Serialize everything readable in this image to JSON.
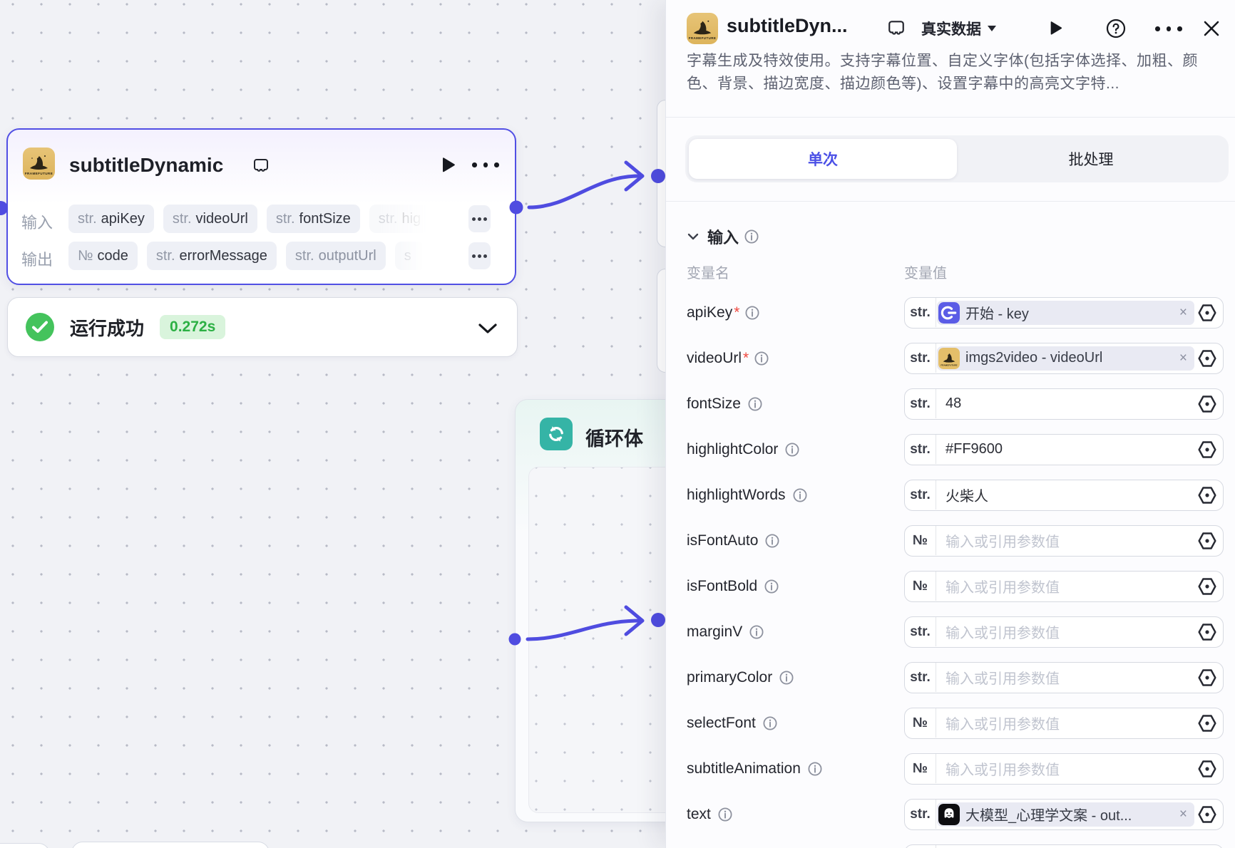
{
  "accent_color": "#4f4ce0",
  "canvas": {
    "node": {
      "title": "subtitleDynamic",
      "inputs_label": "输入",
      "outputs_label": "输出",
      "input_tags": [
        {
          "type": "str.",
          "name": "apiKey"
        },
        {
          "type": "str.",
          "name": "videoUrl"
        },
        {
          "type": "str.",
          "name": "fontSize"
        },
        {
          "type": "str.",
          "name": "hig",
          "faded": true
        }
      ],
      "output_tags": [
        {
          "type": "№",
          "name": "code"
        },
        {
          "type": "str.",
          "name": "errorMessage"
        },
        {
          "type": "str.",
          "name": "outputUrl",
          "muted": true
        },
        {
          "type": "s",
          "name": "",
          "faded": true
        }
      ]
    },
    "status": {
      "label": "运行成功",
      "duration": "0.272s"
    },
    "loop": {
      "title": "循环体"
    }
  },
  "panel": {
    "title": "subtitleDyn...",
    "data_mode": "真实数据",
    "description": "字幕生成及特效使用。支持字幕位置、自定义字体(包括字体选择、加粗、颜色、背景、描边宽度、描边颜色等)、设置字幕中的高亮文字特...",
    "tabs": [
      {
        "label": "单次",
        "active": true
      },
      {
        "label": "批处理",
        "active": false
      }
    ],
    "input_section": {
      "title": "输入",
      "col_name": "变量名",
      "col_value": "变量值",
      "placeholder": "输入或引用参数值",
      "rows": [
        {
          "name": "apiKey",
          "required": true,
          "type": "str.",
          "kind": "ref",
          "ref_icon": "start",
          "ref_label": "开始 - key"
        },
        {
          "name": "videoUrl",
          "required": true,
          "type": "str.",
          "kind": "ref",
          "ref_icon": "framefuture",
          "ref_label": "imgs2video - videoUrl"
        },
        {
          "name": "fontSize",
          "required": false,
          "type": "str.",
          "kind": "text",
          "value": "48"
        },
        {
          "name": "highlightColor",
          "required": false,
          "type": "str.",
          "kind": "text",
          "value": "#FF9600"
        },
        {
          "name": "highlightWords",
          "required": false,
          "type": "str.",
          "kind": "text",
          "value": "火柴人"
        },
        {
          "name": "isFontAuto",
          "required": false,
          "type": "№",
          "kind": "placeholder"
        },
        {
          "name": "isFontBold",
          "required": false,
          "type": "№",
          "kind": "placeholder"
        },
        {
          "name": "marginV",
          "required": false,
          "type": "str.",
          "kind": "placeholder"
        },
        {
          "name": "primaryColor",
          "required": false,
          "type": "str.",
          "kind": "placeholder"
        },
        {
          "name": "selectFont",
          "required": false,
          "type": "№",
          "kind": "placeholder"
        },
        {
          "name": "subtitleAnimation",
          "required": false,
          "type": "№",
          "kind": "placeholder"
        },
        {
          "name": "text",
          "required": false,
          "type": "str.",
          "kind": "ref",
          "ref_icon": "llm",
          "ref_label": "大模型_心理学文案 - out..."
        }
      ]
    }
  }
}
